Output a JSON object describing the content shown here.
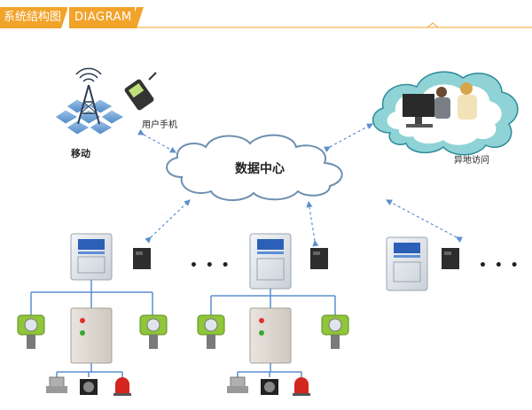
{
  "header": {
    "title_cn": "系统结构图",
    "title_en": "DIAGRAM"
  },
  "nodes": {
    "mobile_label": "移动",
    "phone_label": "用户手机",
    "datacenter_label": "数据中心",
    "remote_label": "异地访问",
    "ellipsis_1": "• • •",
    "ellipsis_2": "• • •"
  },
  "colors": {
    "accent": "#f1a32a",
    "cloud_outline": "#6e8fb0",
    "remote_cloud_fill": "#8fd3d6",
    "line": "#5b8fd0"
  }
}
